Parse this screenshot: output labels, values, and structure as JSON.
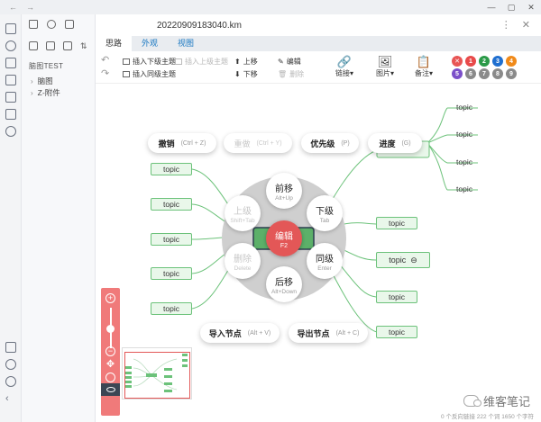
{
  "window": {
    "title": "20220909183040.km",
    "nav_back": "←",
    "nav_forward": "→",
    "minimize": "—",
    "maximize": "▢",
    "close": "✕"
  },
  "explorer": {
    "workspace_label": "脑图TEST",
    "tree": [
      {
        "label": "脑图",
        "arrow": "›"
      },
      {
        "label": "Z-附件",
        "arrow": "›"
      }
    ]
  },
  "tabs": {
    "sub": [
      "思路",
      "外观",
      "视图"
    ],
    "actions": [
      "⋮",
      "✕"
    ]
  },
  "toolbar": {
    "undo": "↶",
    "redo": "↷",
    "insert_child": "插入下级主题",
    "insert_parent": "插入上级主题",
    "insert_sibling": "插入同级主题",
    "move_up": "上移",
    "move_down": "下移",
    "edit": "编辑",
    "delete": "删除",
    "link": "链接",
    "image": "图片",
    "note": "备注",
    "dropdown": "▾",
    "markers": [
      {
        "label": "✕",
        "color": "#e85555"
      },
      {
        "label": "1",
        "color": "#e84a4a"
      },
      {
        "label": "2",
        "color": "#2a9a48"
      },
      {
        "label": "3",
        "color": "#1f6fd0"
      },
      {
        "label": "4",
        "color": "#f08a1a"
      },
      {
        "label": "5",
        "color": "#7b4fc9"
      },
      {
        "label": "6",
        "color": "#8a8a8a"
      },
      {
        "label": "7",
        "color": "#8a8a8a"
      },
      {
        "label": "8",
        "color": "#8a8a8a"
      },
      {
        "label": "9",
        "color": "#8a8a8a"
      }
    ]
  },
  "radial": {
    "center": {
      "label": "编辑",
      "key": "F2"
    },
    "up": {
      "label": "前移",
      "key": "Alt+Up"
    },
    "down": {
      "label": "后移",
      "key": "Alt+Down"
    },
    "left_up": {
      "label": "上级",
      "key": "Shift+Tab"
    },
    "left_down": {
      "label": "删除",
      "key": "Delete"
    },
    "right_up": {
      "label": "下级",
      "key": "Tab"
    },
    "right_down": {
      "label": "同级",
      "key": "Enter"
    }
  },
  "pills": {
    "undo": {
      "label": "撤销",
      "key": "(Ctrl + Z)"
    },
    "redo": {
      "label": "重做",
      "key": "(Ctrl + Y)"
    },
    "priority": {
      "label": "优先级",
      "key": "(P)"
    },
    "progress": {
      "label": "进度",
      "key": "(G)"
    },
    "import": {
      "label": "导入节点",
      "key": "(Alt + V)"
    },
    "export": {
      "label": "导出节点",
      "key": "(Alt + C)"
    }
  },
  "topics": {
    "left": [
      "topic",
      "topic",
      "topic",
      "topic",
      "topic"
    ],
    "right": [
      "topic",
      "topic",
      "topic"
    ],
    "right_link": "topic",
    "link_icon": "⊖",
    "top_right": [
      "topic",
      "topic",
      "topic",
      "topic"
    ]
  },
  "zoom": {
    "plus": "+",
    "minus": "−",
    "move": "✥",
    "locate": "◌"
  },
  "watermark": {
    "text": "维客笔记"
  },
  "status": "0 个反向链接  222 个词  1650 个字符"
}
